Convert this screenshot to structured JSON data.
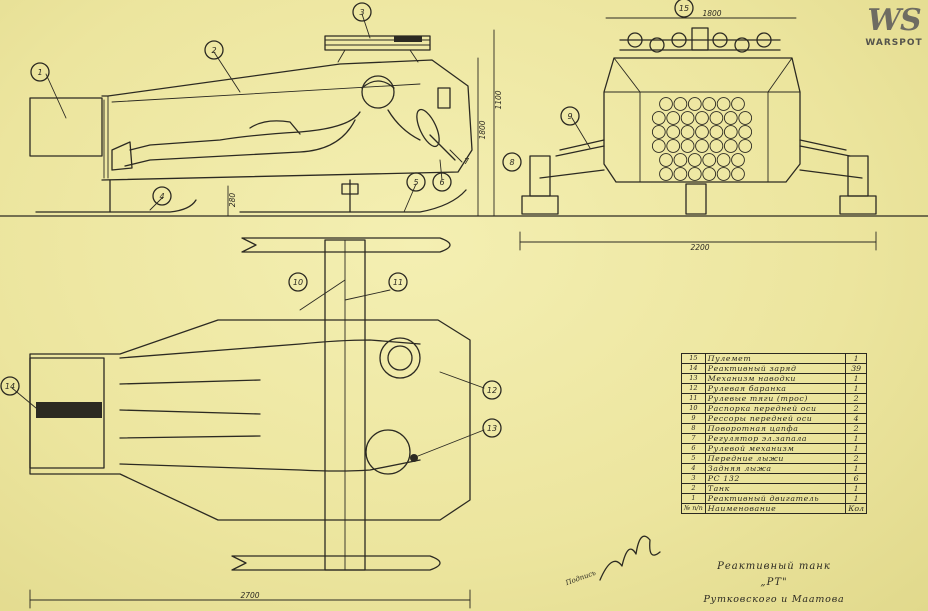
{
  "logo": {
    "mark": "WS",
    "sub": "WARSPOT"
  },
  "callouts": {
    "c1": "1",
    "c2": "2",
    "c3": "3",
    "c4": "4",
    "c5": "5",
    "c6": "6",
    "c7": "7",
    "c8": "8",
    "c9": "9",
    "c10": "10",
    "c11": "11",
    "c12": "12",
    "c13": "13",
    "c14": "14",
    "c15": "15"
  },
  "dimensions": {
    "height_1800": "1800",
    "height_1100": "1100",
    "clearance_280": "280",
    "width_1800": "1800",
    "width_2200": "2200",
    "length_2700": "2700"
  },
  "parts": [
    {
      "no": "15",
      "name": "Пулемет",
      "qty": "1"
    },
    {
      "no": "14",
      "name": "Реактивный заряд",
      "qty": "39"
    },
    {
      "no": "13",
      "name": "Механизм наводки",
      "qty": "1"
    },
    {
      "no": "12",
      "name": "Рулевая баранка",
      "qty": "1"
    },
    {
      "no": "11",
      "name": "Рулевые тяги (трос)",
      "qty": "2"
    },
    {
      "no": "10",
      "name": "Распорка передней оси",
      "qty": "2"
    },
    {
      "no": "9",
      "name": "Рессоры передней оси",
      "qty": "4"
    },
    {
      "no": "8",
      "name": "Поворотная цапфа",
      "qty": "2"
    },
    {
      "no": "7",
      "name": "Регулятор эл.запала",
      "qty": "1"
    },
    {
      "no": "6",
      "name": "Рулевой механизм",
      "qty": "1"
    },
    {
      "no": "5",
      "name": "Передние лыжи",
      "qty": "2"
    },
    {
      "no": "4",
      "name": "Задняя лыжа",
      "qty": "1"
    },
    {
      "no": "3",
      "name": "РС 132",
      "qty": "6"
    },
    {
      "no": "2",
      "name": "Танк",
      "qty": "1"
    },
    {
      "no": "1",
      "name": "Реактивный двигатель",
      "qty": "1"
    },
    {
      "no": "№ п/п",
      "name": "Наименование",
      "qty": "Кол"
    }
  ],
  "title": {
    "line1": "Реактивный танк",
    "line2": "„РТ\"",
    "line3": "Рутковского и Маатова"
  },
  "signature_label": "Подпись"
}
